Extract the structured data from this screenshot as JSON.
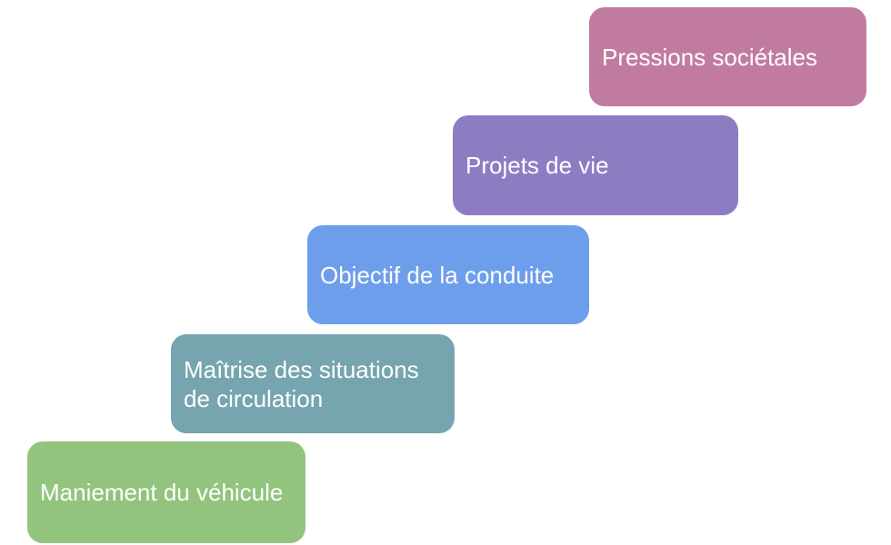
{
  "diagram": {
    "type": "staircase",
    "background_color": "#FFFFFF",
    "text_color": "#FFFFFF",
    "order": "bottom-to-top",
    "steps": [
      {
        "label": "Maniement du véhicule",
        "color": "#93C47D"
      },
      {
        "label": "Maîtrise des situations de circulation",
        "color": "#76A5AF"
      },
      {
        "label": "Objectif de la conduite",
        "color": "#6D9EEB"
      },
      {
        "label": "Projets de vie",
        "color": "#8E7CC3"
      },
      {
        "label": "Pressions sociétales",
        "color": "#C27BA0"
      }
    ]
  }
}
